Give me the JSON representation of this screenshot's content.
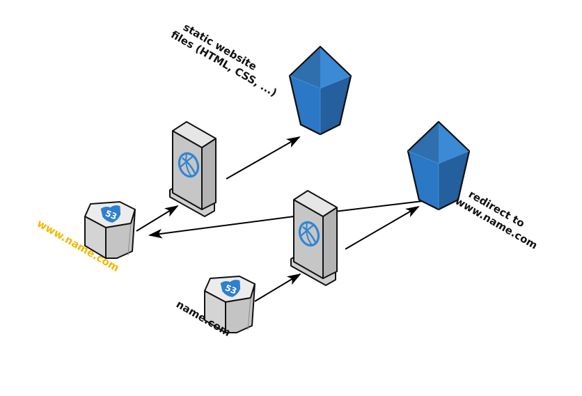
{
  "diagram": {
    "labels": {
      "static_files_line1": "static website",
      "static_files_line2": "files (HTML, CSS, ...)",
      "redirect_line1": "redirect to",
      "redirect_line2": "www.name.com",
      "www_domain": "www.name.com",
      "apex_domain": "name.com"
    },
    "badge_text": "53",
    "colors": {
      "highlight": "#f5b800",
      "text": "#111111",
      "bucket_light": "#3a8ad6",
      "bucket_mid": "#2a74c0",
      "bucket_dark": "#235f9f",
      "route53_badge": "#2f7fd0",
      "globe": "#2f86d3"
    },
    "nodes": [
      {
        "id": "bucket-static",
        "type": "s3-bucket",
        "icon": "bucket-icon"
      },
      {
        "id": "bucket-redirect",
        "type": "s3-bucket",
        "icon": "bucket-icon"
      },
      {
        "id": "server-www",
        "type": "web-server",
        "icon": "globe-icon"
      },
      {
        "id": "server-apex",
        "type": "web-server",
        "icon": "globe-icon"
      },
      {
        "id": "dns-www",
        "type": "route53",
        "icon": "route53-icon"
      },
      {
        "id": "dns-apex",
        "type": "route53",
        "icon": "route53-icon"
      }
    ],
    "edges": [
      {
        "from": "dns-www",
        "to": "server-www",
        "arrow": "end"
      },
      {
        "from": "server-www",
        "to": "bucket-static",
        "arrow": "end"
      },
      {
        "from": "dns-apex",
        "to": "server-apex",
        "arrow": "end"
      },
      {
        "from": "server-apex",
        "to": "bucket-redirect",
        "arrow": "end"
      },
      {
        "from": "bucket-redirect",
        "to": "dns-www",
        "arrow": "end"
      }
    ]
  }
}
